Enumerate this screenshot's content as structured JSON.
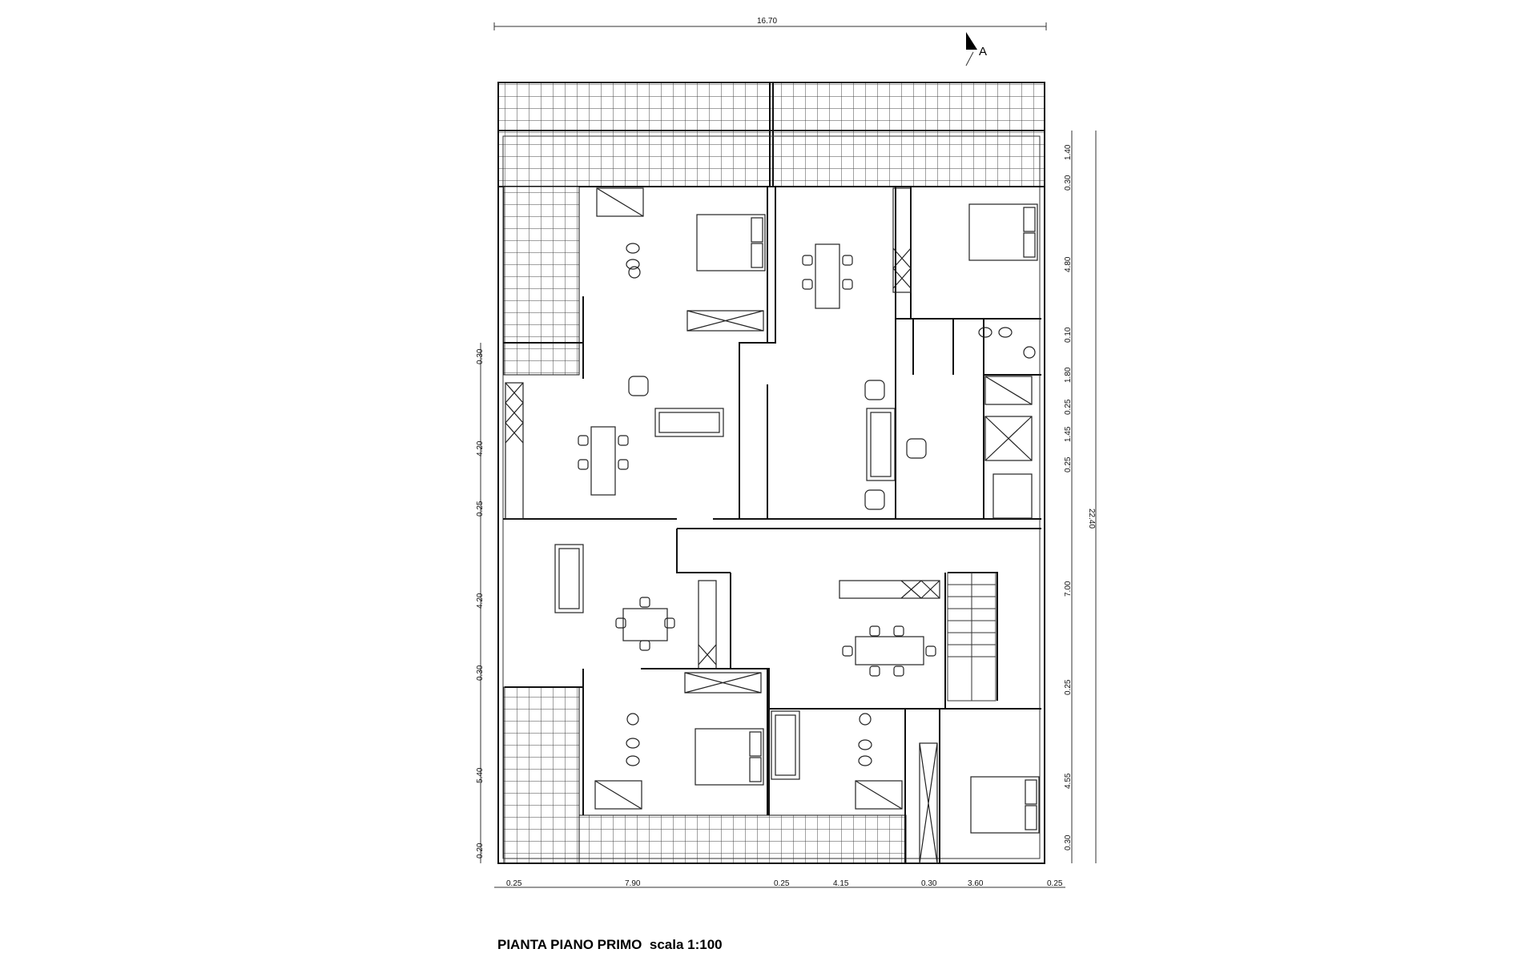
{
  "title": "PIANTA PIANO PRIMO",
  "scale": "scala 1:100",
  "section_marker": "A",
  "dimensions": {
    "top": "16.70",
    "right_total": "22.40",
    "bottom": [
      "0.25",
      "7.90",
      "0.25",
      "4.15",
      "0.30",
      "3.60",
      "0.25"
    ],
    "left": [
      "0.30",
      "4.20",
      "0.25",
      "4.20",
      "0.30",
      "5.40",
      "0.20"
    ],
    "right": [
      "1.40",
      "0.30",
      "4.80",
      "0.10",
      "1.80",
      "0.25",
      "1.45",
      "0.25",
      "7.00",
      "0.25",
      "4.55",
      "0.30"
    ]
  },
  "colors": {
    "line": "#111111",
    "background": "#ffffff"
  }
}
